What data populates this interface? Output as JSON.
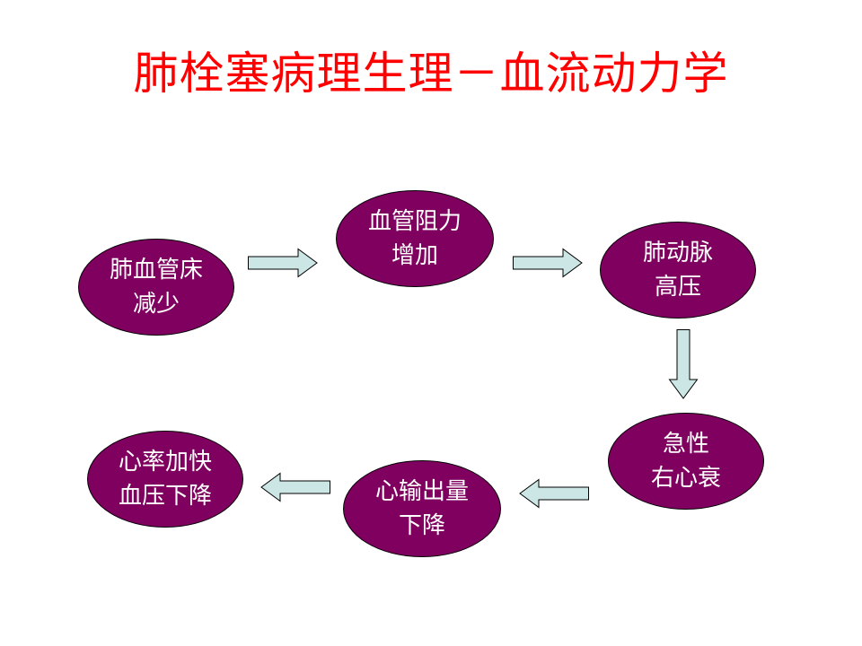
{
  "title": "肺栓塞病理生理－血流动力学",
  "colors": {
    "title": "#ff0000",
    "node_fill": "#800060",
    "node_text": "#ffffff",
    "arrow_fill": "#cce6e6",
    "arrow_stroke": "#000000"
  },
  "nodes": [
    {
      "id": "n1",
      "lines": [
        "肺血管床",
        "减少"
      ]
    },
    {
      "id": "n2",
      "lines": [
        "血管阻力",
        "增加"
      ]
    },
    {
      "id": "n3",
      "lines": [
        "肺动脉",
        "高压"
      ]
    },
    {
      "id": "n4",
      "lines": [
        "急性",
        "右心衰"
      ]
    },
    {
      "id": "n5",
      "lines": [
        "心输出量",
        "下降"
      ]
    },
    {
      "id": "n6",
      "lines": [
        "心率加快",
        "血压下降"
      ]
    }
  ],
  "edges": [
    {
      "from": "n1",
      "to": "n2",
      "direction": "right"
    },
    {
      "from": "n2",
      "to": "n3",
      "direction": "right"
    },
    {
      "from": "n3",
      "to": "n4",
      "direction": "down"
    },
    {
      "from": "n4",
      "to": "n5",
      "direction": "left"
    },
    {
      "from": "n5",
      "to": "n6",
      "direction": "left"
    }
  ]
}
